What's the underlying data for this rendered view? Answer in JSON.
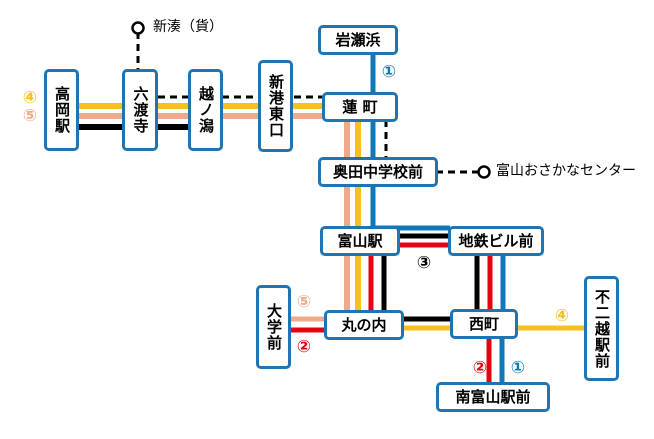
{
  "stations": {
    "iwasehama": "岩瀬浜",
    "hasumachi": "蓮 町",
    "okuda": "奥田中学校前",
    "toyama": "富山駅",
    "chitetsu_biru": "地鉄ビル前",
    "marunouchi": "丸の内",
    "nishicho": "西町",
    "minami_toyama": "南富山駅前",
    "fujikoshi": "不二越駅前",
    "daigaku": "大学前",
    "takaoka": "高岡駅",
    "rokudoji": "六渡寺",
    "koshinokata": "越ノ潟",
    "shinko_higashiguchi": "新港東口"
  },
  "labels": {
    "shinminato_freight": "新湊（貨）",
    "fish_center": "富山おさかなセンター"
  },
  "route_marks": {
    "r1_top": "①",
    "r1_bottom": "①",
    "r2_left": "②",
    "r2_bottom": "②",
    "r3": "③",
    "r4_left": "④",
    "r4_right": "④",
    "r5_left": "⑤",
    "r5_daigaku": "⑤"
  },
  "colors": {
    "line1_blue": "#0f78b8",
    "line2_red": "#e60012",
    "line3_black": "#000000",
    "line4_yellow": "#f7c01e",
    "line5_salmon": "#f0a98a",
    "box_border": "#1f74b2"
  }
}
